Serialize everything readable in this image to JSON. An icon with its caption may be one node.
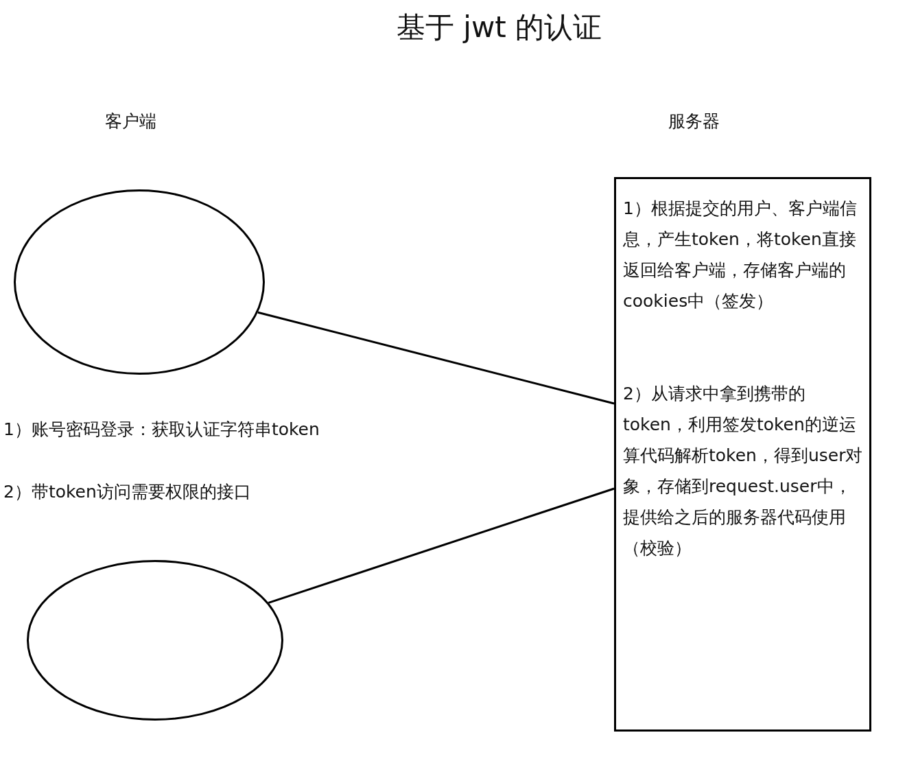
{
  "diagram": {
    "title": "基于 jwt 的认证",
    "nodes": [
      {
        "text": [],
        "shape": "circle"
      },
      {
        "text": [],
        "shape": "circle"
      },
      {
        "text": [
          "1）根据提交的用户、客户端信息，产生token，将token直接返回给客户端，存储客户端的cookies中（签发）",
          "2）从请求中拿到携带的token，利用签发token的逆运算代码解析token，得到user对象，存储到request.user中，提供给之后的服务器代码使用（校验）"
        ]
      }
    ],
    "edges": [
      {
        "from": 0,
        "to": 2,
        "arrow": "none"
      },
      {
        "from": 1,
        "to": 2,
        "arrow": "none"
      }
    ],
    "labels": [
      "客户端",
      "服务器",
      "1）账号密码登录：获取认证字符串token",
      "2）带token访问需要权限的接口"
    ]
  }
}
